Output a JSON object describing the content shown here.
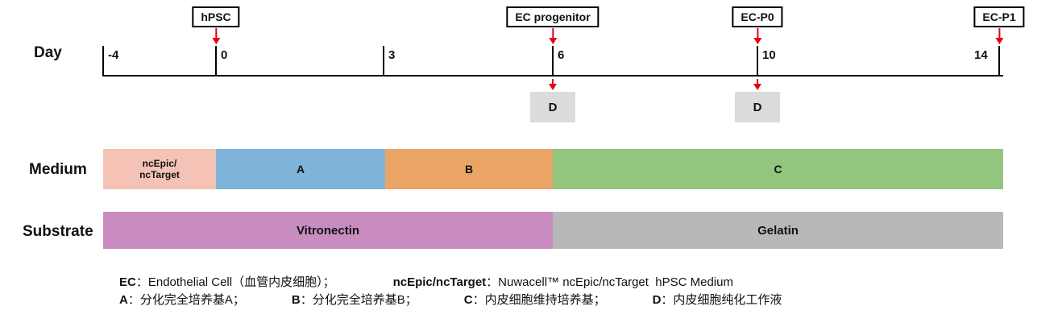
{
  "colors": {
    "arrow_red": "#e60012",
    "box_border": "#000000",
    "d_box_bg": "#dcdcdc"
  },
  "timeline": {
    "axis_label": "Day",
    "ticks": [
      {
        "day": "-4"
      },
      {
        "day": "0"
      },
      {
        "day": "3"
      },
      {
        "day": "6"
      },
      {
        "day": "10"
      },
      {
        "day": "14"
      }
    ],
    "milestones": [
      {
        "label": "hPSC",
        "day": "0"
      },
      {
        "label": "EC progenitor",
        "day": "6"
      },
      {
        "label": "EC-P0",
        "day": "10"
      },
      {
        "label": "EC-P1",
        "day": "14"
      }
    ],
    "treatments": [
      {
        "label": "D",
        "day": "6"
      },
      {
        "label": "D",
        "day": "10"
      }
    ]
  },
  "medium": {
    "row_label": "Medium",
    "segments": [
      {
        "label": "ncEpic/\nncTarget",
        "color": "#f5c3b6",
        "from": "-4",
        "to": "0"
      },
      {
        "label": "A",
        "color": "#7fb3d9",
        "from": "0",
        "to": "3"
      },
      {
        "label": "B",
        "color": "#eaa566",
        "from": "3",
        "to": "6"
      },
      {
        "label": "C",
        "color": "#92c57d",
        "from": "6",
        "to": "14"
      }
    ]
  },
  "substrate": {
    "row_label": "Substrate",
    "segments": [
      {
        "label": "Vitronectin",
        "color": "#c98cc0",
        "from": "-4",
        "to": "6"
      },
      {
        "label": "Gelatin",
        "color": "#b8b8b8",
        "from": "6",
        "to": "14"
      }
    ]
  },
  "legend": {
    "line1": [
      {
        "key": "EC",
        "text": "：Endothelial Cell（血管内皮细胞）；"
      },
      {
        "key": "ncEpic/ncTarget",
        "text": "：Nuwacell™ ncEpic/ncTarget  hPSC Medium"
      }
    ],
    "line2": [
      {
        "key": "A",
        "text": "：分化完全培养基A；"
      },
      {
        "key": "B",
        "text": "：分化完全培养基B；"
      },
      {
        "key": "C",
        "text": "：内皮细胞维持培养基；"
      },
      {
        "key": "D",
        "text": "：内皮细胞纯化工作液"
      }
    ]
  }
}
